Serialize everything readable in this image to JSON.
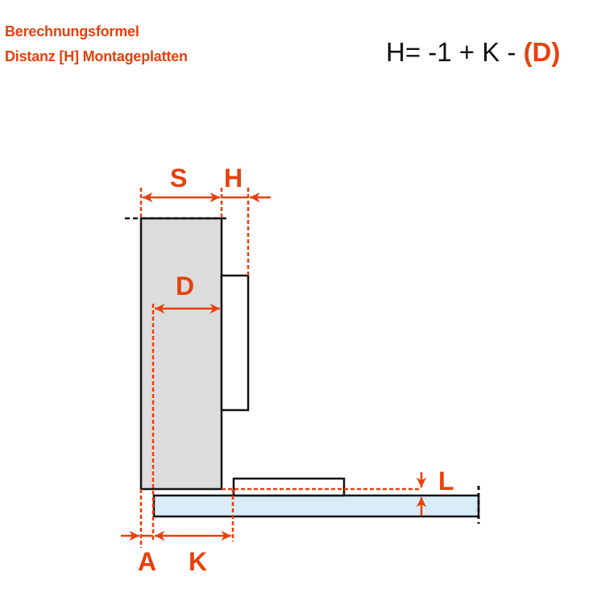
{
  "header": {
    "title_line1": "Berechnungsformel",
    "title_line2": "Distanz [H] Montageplatten"
  },
  "formula": {
    "prefix": "H= -1 + K - ",
    "highlight": "(D)"
  },
  "labels": {
    "S": "S",
    "H": "H",
    "D": "D",
    "L": "L",
    "A": "A",
    "K": "K"
  },
  "colors": {
    "accent": "#e8400c",
    "door_fill": "#dcdcdc",
    "panel_fill": "#d9ecf7",
    "outline": "#111111"
  }
}
